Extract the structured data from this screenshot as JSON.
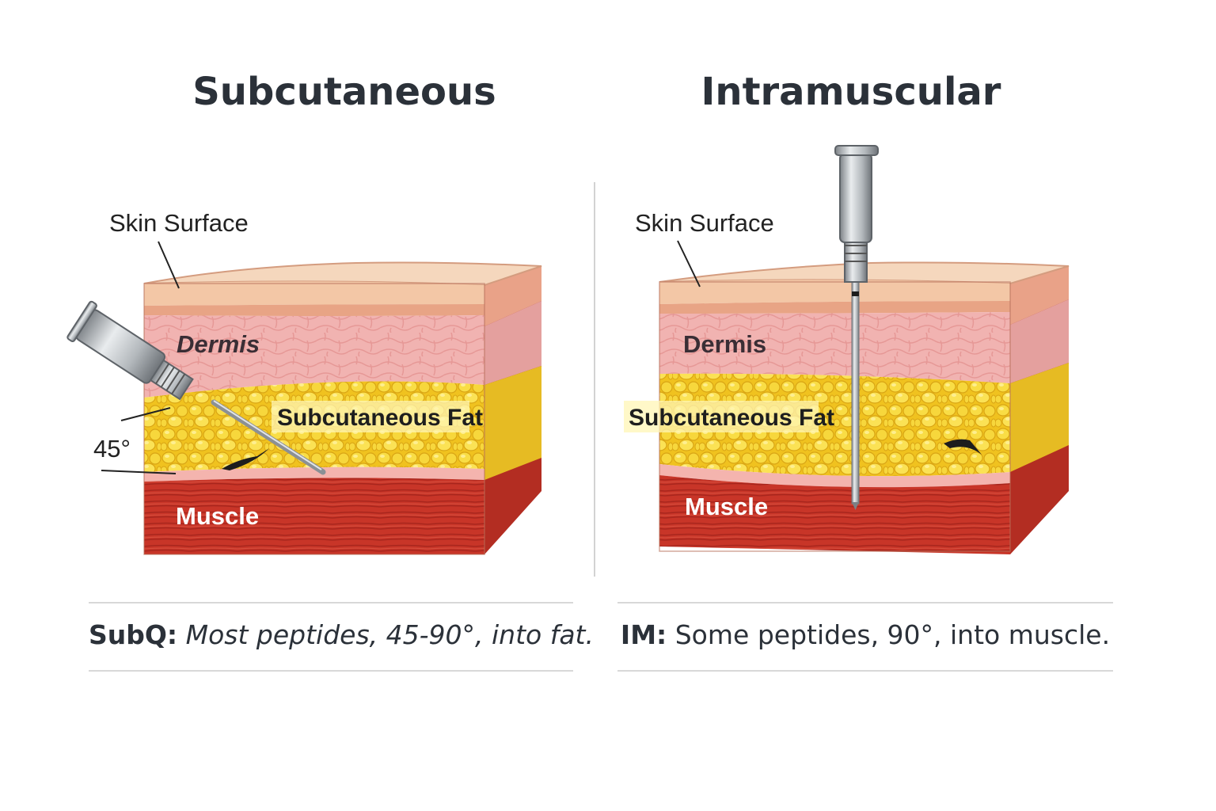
{
  "left": {
    "title": "Subcutaneous",
    "labels": {
      "skin_surface": "Skin Surface",
      "dermis": "Dermis",
      "fat": "Subcutaneous Fat",
      "muscle": "Muscle",
      "angle": "45°"
    },
    "caption": {
      "key": "SubQ:",
      "text": " Most peptides, 45-90°, into fat."
    }
  },
  "right": {
    "title": "Intramuscular",
    "labels": {
      "skin_surface": "Skin Surface",
      "dermis": "Dermis",
      "fat": "Subcutaneous Fat",
      "muscle": "Muscle"
    },
    "caption": {
      "key": "IM:",
      "text": " Some peptides, 90°, into muscle."
    }
  },
  "colors": {
    "skin": "#f7d3b4",
    "dermis": "#f2b7b5",
    "fat": "#f5d232",
    "muscle": "#c9352a",
    "needle": "#a9adb1"
  }
}
